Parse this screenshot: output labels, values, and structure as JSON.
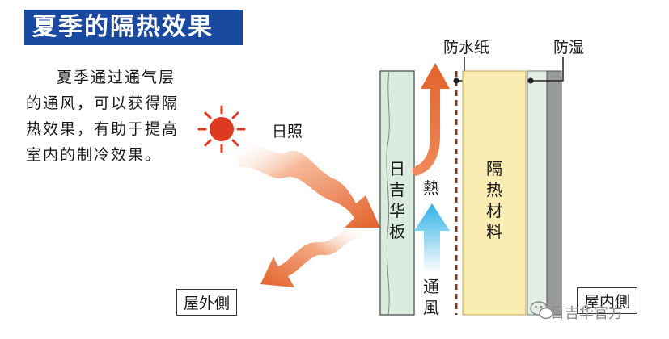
{
  "title": "夏季的隔热效果",
  "description": "夏季通过通气层的通风，可以获得隔热效果，有助于提高室内的制冷效果。",
  "labels": {
    "sunshine": "日照",
    "waterproof_paper": "防水纸",
    "moisture_proof": "防湿",
    "cladding_board": "日吉华板",
    "heat": "熱",
    "insulation": "隔热材料",
    "ventilation": "通風",
    "outdoor_side": "屋外側",
    "indoor_side": "屋内側"
  },
  "watermark": "日吉华官方",
  "colors": {
    "title_bg": "#1a4aa0",
    "arrow_orange": "#e2622c",
    "sun_red": "#dd3a22",
    "board_green": "#dcebe0",
    "insulation_yellow": "#faedb4",
    "ventilation_blue": "#3fb8e6",
    "wall_gray": "#9a9a9a"
  },
  "icons": [
    "sun-icon",
    "wechat-icon"
  ]
}
